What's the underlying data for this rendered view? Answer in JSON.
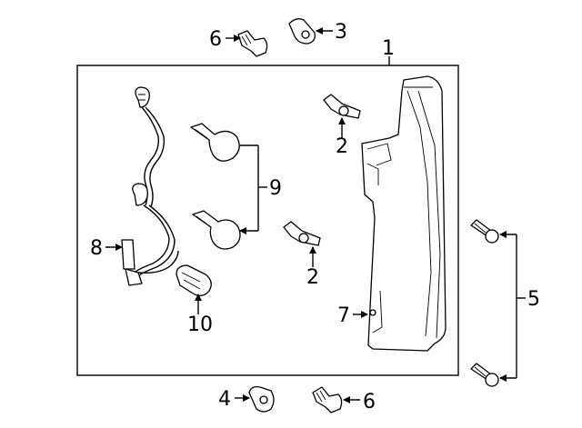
{
  "callouts": {
    "c1": "1",
    "c2a": "2",
    "c2b": "2",
    "c3": "3",
    "c4": "4",
    "c5": "5",
    "c6a": "6",
    "c6b": "6",
    "c7": "7",
    "c8": "8",
    "c9": "9",
    "c10": "10"
  }
}
